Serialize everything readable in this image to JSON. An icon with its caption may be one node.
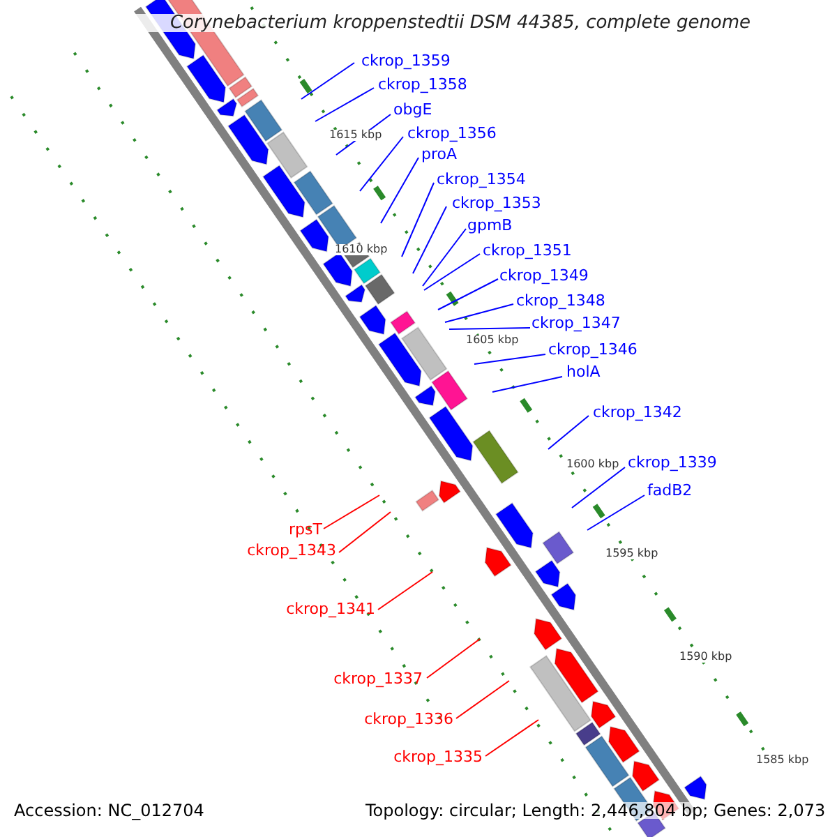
{
  "diagram": {
    "title": "Corynebacterium kroppenstedtii DSM 44385, complete genome",
    "nodes": [
      {
        "text": [
          "ckrop_1359"
        ]
      },
      {
        "text": [
          "ckrop_1358"
        ]
      },
      {
        "text": [
          "obgE"
        ]
      },
      {
        "text": [
          "ckrop_1356"
        ]
      },
      {
        "text": [
          "proA"
        ]
      },
      {
        "text": [
          "ckrop_1354"
        ]
      },
      {
        "text": [
          "ckrop_1353"
        ]
      },
      {
        "text": [
          "gpmB"
        ]
      },
      {
        "text": [
          "ckrop_1351"
        ]
      },
      {
        "text": [
          "ckrop_1349"
        ]
      },
      {
        "text": [
          "ckrop_1348"
        ]
      },
      {
        "text": [
          "ckrop_1347"
        ]
      },
      {
        "text": [
          "ckrop_1346"
        ]
      },
      {
        "text": [
          "holA"
        ]
      },
      {
        "text": [
          "ckrop_1342"
        ]
      },
      {
        "text": [
          "ckrop_1339"
        ]
      },
      {
        "text": [
          "fadB2"
        ]
      },
      {
        "text": [
          "rpsT"
        ]
      },
      {
        "text": [
          "ckrop_1343"
        ]
      },
      {
        "text": [
          "ckrop_1341"
        ]
      },
      {
        "text": [
          "ckrop_1337"
        ]
      },
      {
        "text": [
          "ckrop_1336"
        ]
      },
      {
        "text": [
          "ckrop_1335"
        ]
      }
    ],
    "edges": [
      {
        "from": 0,
        "to": null,
        "arrow": "none"
      },
      {
        "from": 1,
        "to": null,
        "arrow": "none"
      },
      {
        "from": 2,
        "to": null,
        "arrow": "none"
      },
      {
        "from": 3,
        "to": null,
        "arrow": "none"
      },
      {
        "from": 4,
        "to": null,
        "arrow": "none"
      },
      {
        "from": 5,
        "to": null,
        "arrow": "none"
      },
      {
        "from": 6,
        "to": null,
        "arrow": "none"
      },
      {
        "from": 7,
        "to": null,
        "arrow": "none"
      },
      {
        "from": 8,
        "to": null,
        "arrow": "none"
      },
      {
        "from": 9,
        "to": null,
        "arrow": "none"
      },
      {
        "from": 10,
        "to": null,
        "arrow": "none"
      },
      {
        "from": 11,
        "to": null,
        "arrow": "none"
      },
      {
        "from": 12,
        "to": null,
        "arrow": "none"
      },
      {
        "from": 13,
        "to": null,
        "arrow": "none"
      },
      {
        "from": 14,
        "to": null,
        "arrow": "none"
      },
      {
        "from": 15,
        "to": null,
        "arrow": "none"
      },
      {
        "from": 16,
        "to": null,
        "arrow": "none"
      },
      {
        "from": 17,
        "to": null,
        "arrow": "none",
        "color": "#ff0000"
      },
      {
        "from": 18,
        "to": null,
        "arrow": "none",
        "color": "#ff0000"
      },
      {
        "from": 19,
        "to": null,
        "arrow": "none",
        "color": "#ff0000"
      },
      {
        "from": 20,
        "to": null,
        "arrow": "none",
        "color": "#ff0000"
      },
      {
        "from": 21,
        "to": null,
        "arrow": "none",
        "color": "#ff0000"
      },
      {
        "from": 22,
        "to": null,
        "arrow": "none",
        "color": "#ff0000"
      }
    ],
    "labels": [
      "1615 kbp",
      "1610 kbp",
      "1605 kbp",
      "1600 kbp",
      "1595 kbp",
      "1590 kbp",
      "1585 kbp",
      "Accession: NC_012704",
      "Topology: circular; Length: 2,446,804 bp; Genes: 2,073"
    ]
  }
}
